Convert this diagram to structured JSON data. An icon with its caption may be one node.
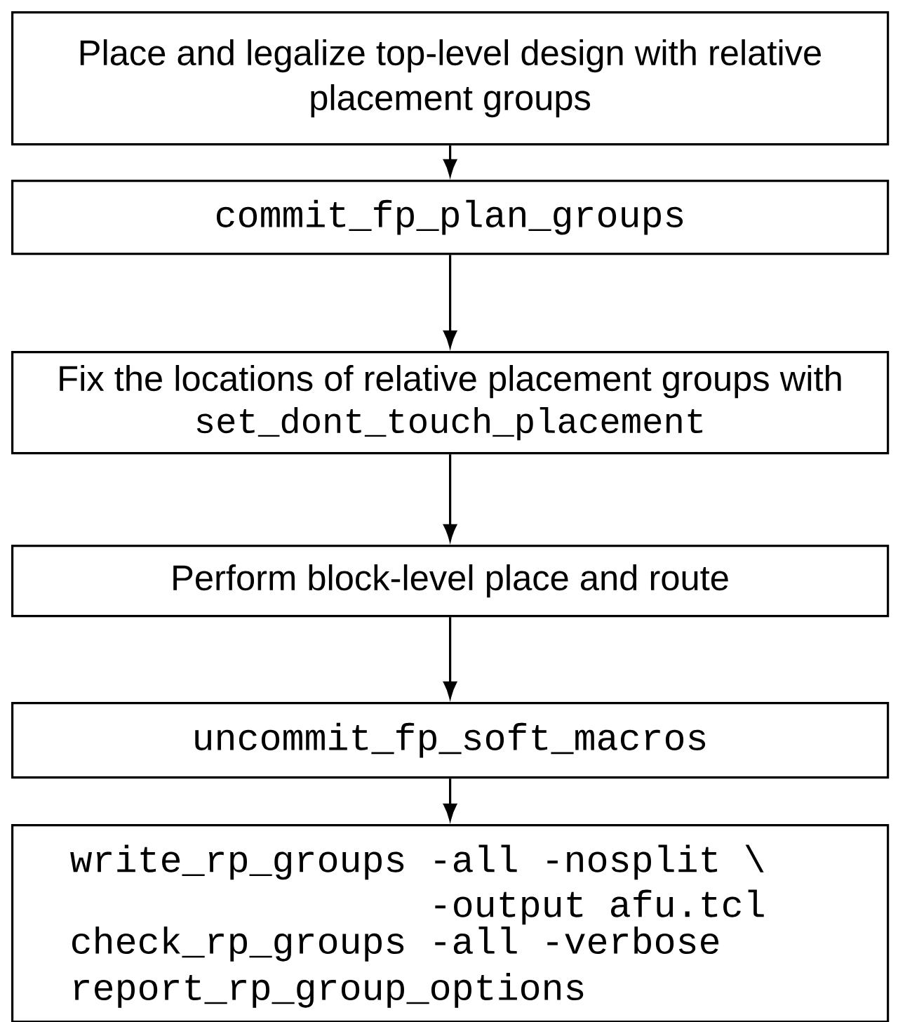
{
  "diagram": {
    "nodes": [
      {
        "text": [
          "Place and legalize top-level design with relative placement groups"
        ]
      },
      {
        "text": [
          "commit_fp_plan_groups"
        ]
      },
      {
        "text": [
          "Fix the locations of relative placement groups with",
          "set_dont_touch_placement"
        ]
      },
      {
        "text": [
          "Perform block-level place and route"
        ]
      },
      {
        "text": [
          "uncommit_fp_soft_macros"
        ]
      },
      {
        "text": [
          "write_rp_groups -all -nosplit \\ -output afu.tcl",
          "check_rp_groups -all -verbose",
          "report_rp_group_options"
        ]
      }
    ],
    "edges": [
      {
        "from": 0,
        "to": 1,
        "arrow": "to"
      },
      {
        "from": 1,
        "to": 2,
        "arrow": "to"
      },
      {
        "from": 2,
        "to": 3,
        "arrow": "to"
      },
      {
        "from": 3,
        "to": 4,
        "arrow": "to"
      },
      {
        "from": 4,
        "to": 5,
        "arrow": "to"
      }
    ]
  }
}
